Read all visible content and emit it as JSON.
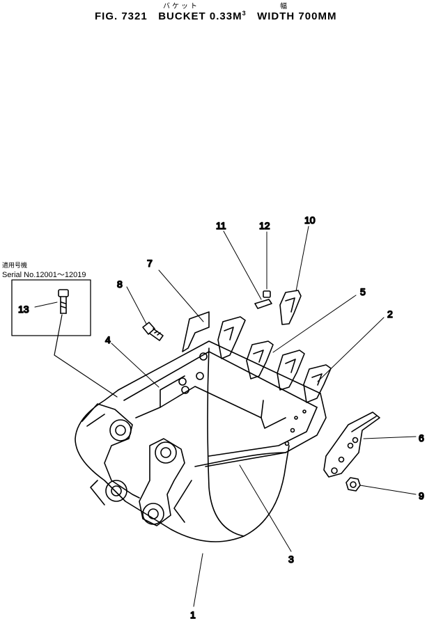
{
  "header": {
    "kana_left": "バケット",
    "kana_right": "幅",
    "fig": "FIG. 7321",
    "title_main": "BUCKET 0.33M",
    "title_sup": "3",
    "title_width": "WIDTH 700MM"
  },
  "serial": {
    "jp": "適用号機",
    "range": "Serial No.12001～12019"
  },
  "callouts": {
    "c1": "1",
    "c2": "2",
    "c3": "3",
    "c4": "4",
    "c5": "5",
    "c6": "6",
    "c7": "7",
    "c8": "8",
    "c9": "9",
    "c10": "10",
    "c11": "11",
    "c12": "12",
    "c13": "13"
  }
}
